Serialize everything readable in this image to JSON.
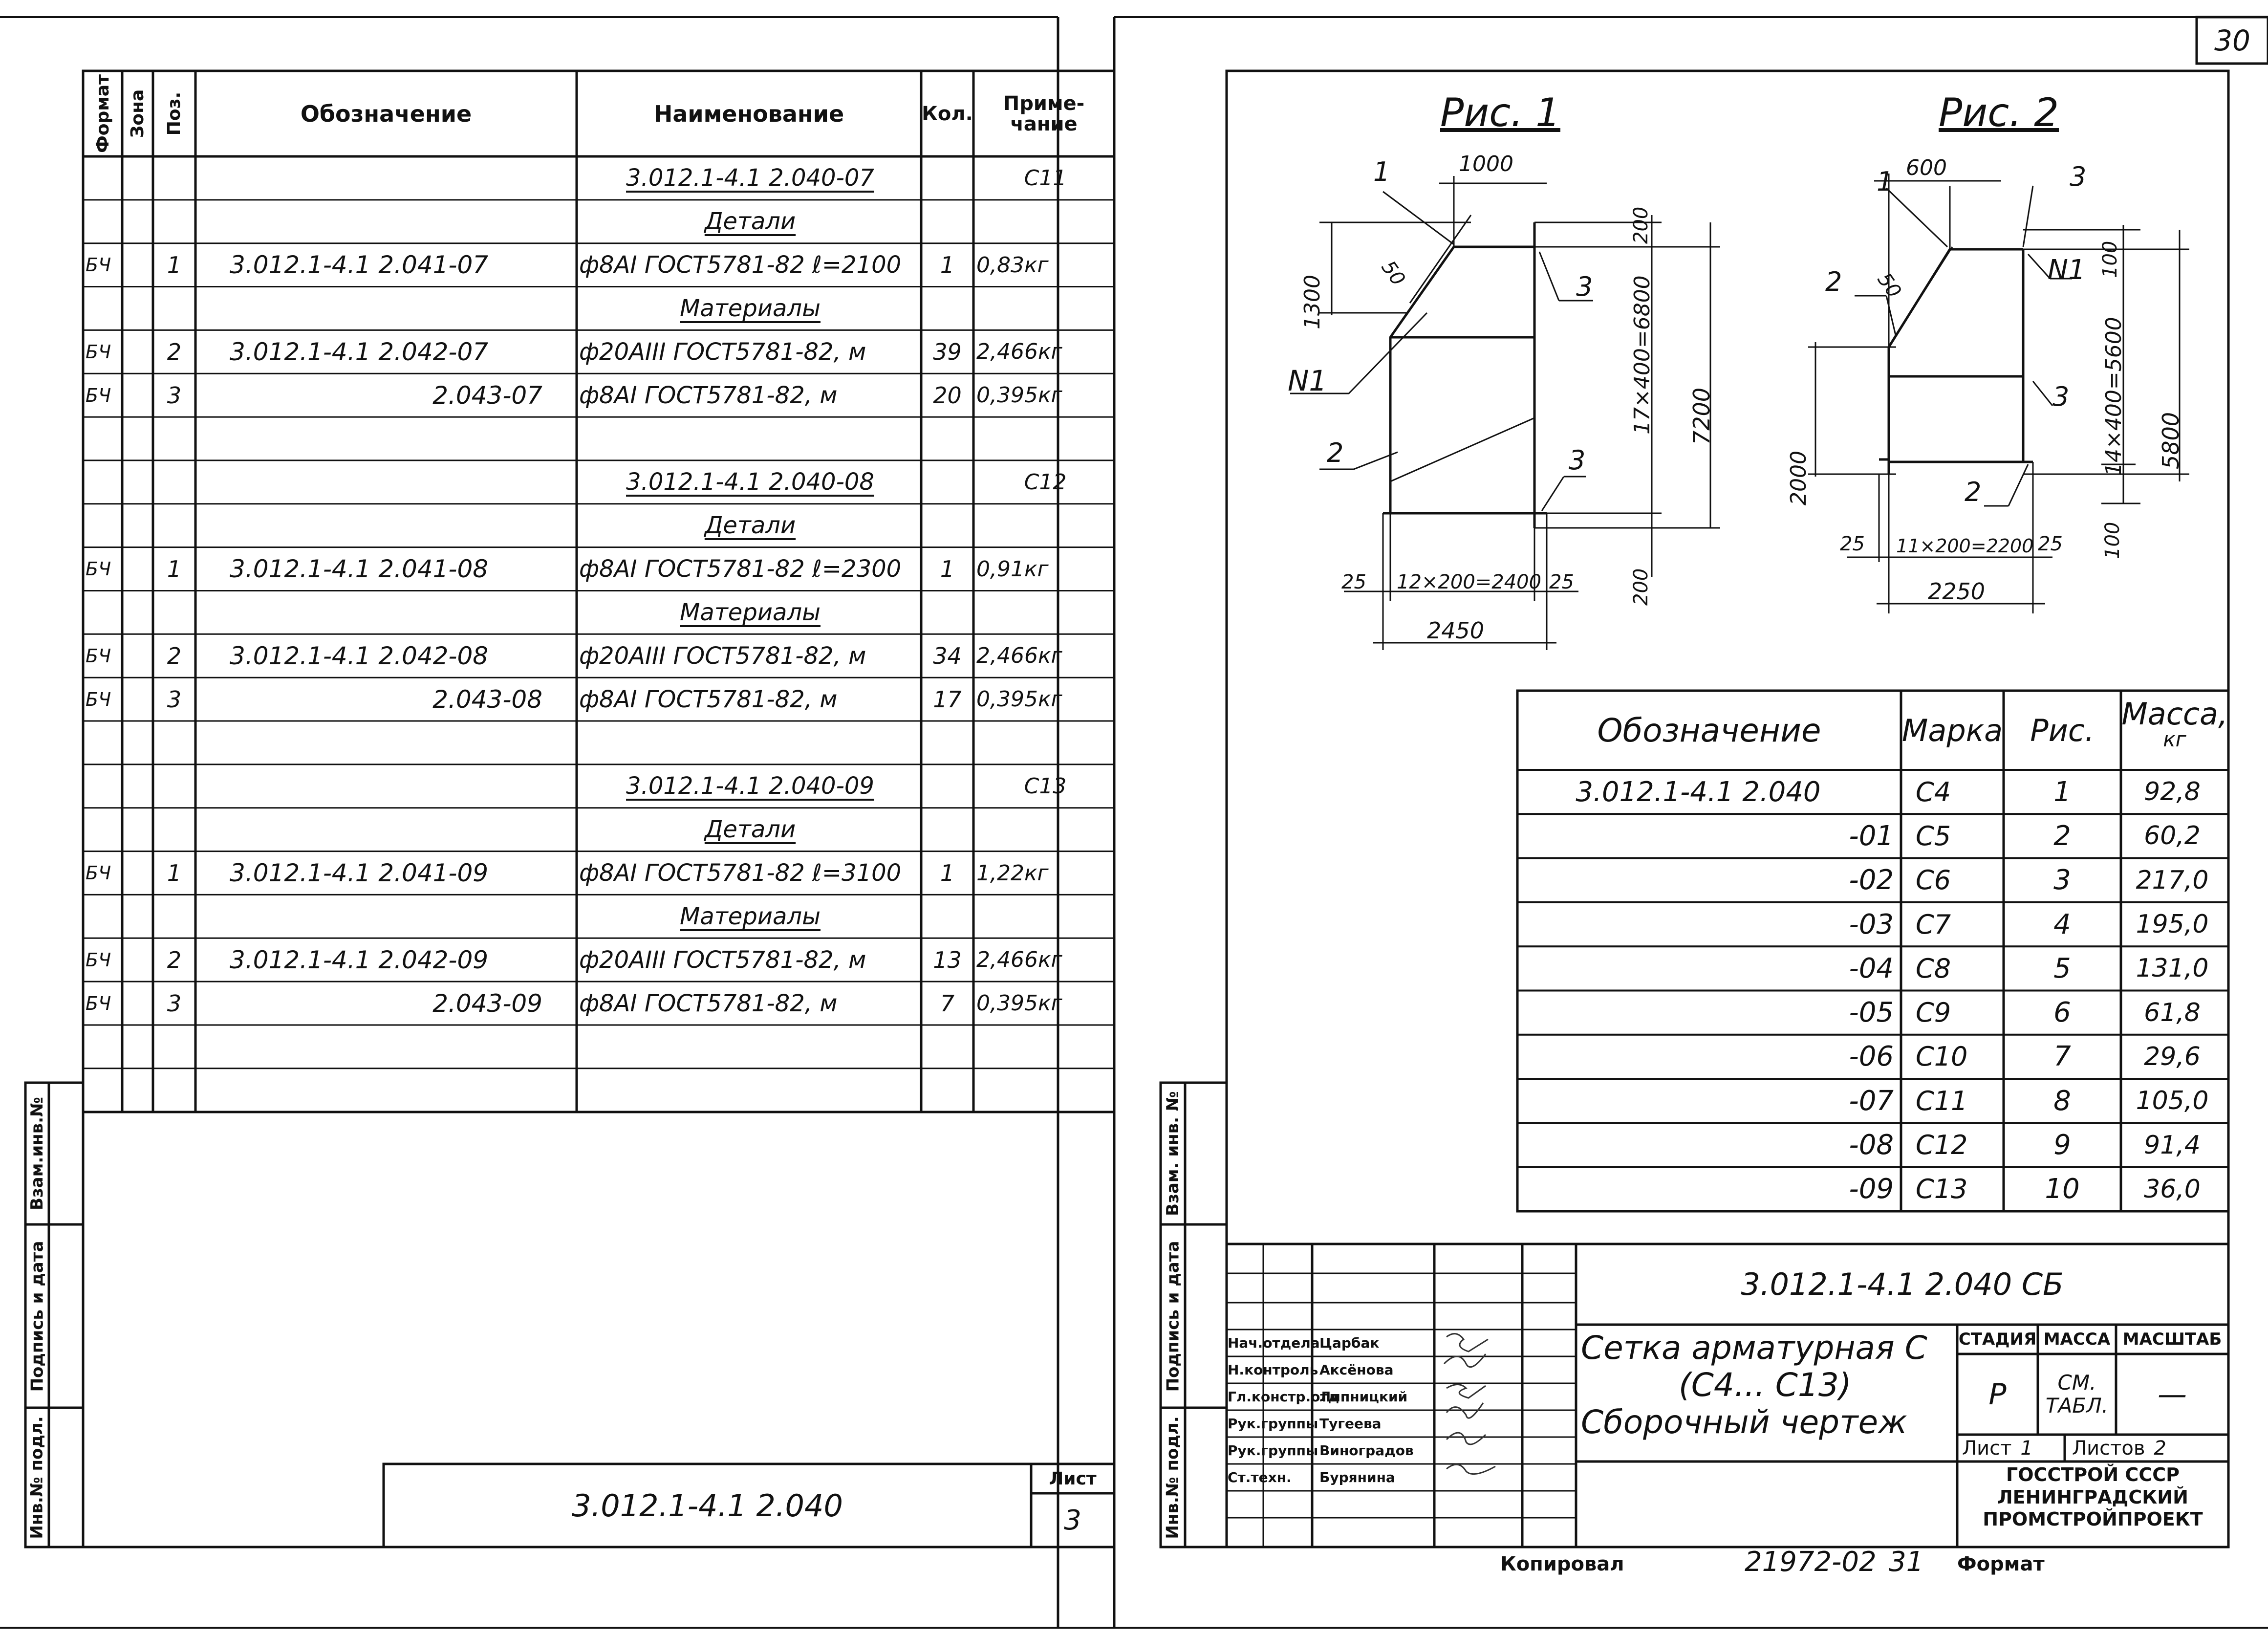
{
  "left_sheet": {
    "headers": {
      "format": "Формат",
      "zone": "Зона",
      "pos": "Поз.",
      "designation": "Обозначение",
      "name": "Наименование",
      "qty": "Кол.",
      "note": "Приме-\nчание"
    },
    "rows": [
      {
        "fmt": "",
        "pos": "",
        "des": "",
        "name": "3.012.1-4.1 2.040-07",
        "qty": "",
        "note": "C11",
        "name_underline": true
      },
      {
        "fmt": "",
        "pos": "",
        "des": "",
        "name": "Детали",
        "qty": "",
        "note": "",
        "name_underline": true
      },
      {
        "fmt": "БЧ",
        "pos": "1",
        "des": "3.012.1-4.1 2.041-07",
        "name": "ф8АI ГОСТ5781-82 ℓ=2100",
        "qty": "1",
        "note": "0,83кг"
      },
      {
        "fmt": "",
        "pos": "",
        "des": "",
        "name": "Материалы",
        "qty": "",
        "note": "",
        "name_underline": true
      },
      {
        "fmt": "БЧ",
        "pos": "2",
        "des": "3.012.1-4.1 2.042-07",
        "name": "ф20АIII ГОСТ5781-82, м",
        "qty": "39",
        "note": "2,466кг"
      },
      {
        "fmt": "БЧ",
        "pos": "3",
        "des": "2.043-07",
        "name": "ф8АI ГОСТ5781-82, м",
        "qty": "20",
        "note": "0,395кг",
        "des_right": true
      },
      {
        "fmt": "",
        "pos": "",
        "des": "",
        "name": "",
        "qty": "",
        "note": ""
      },
      {
        "fmt": "",
        "pos": "",
        "des": "",
        "name": "3.012.1-4.1 2.040-08",
        "qty": "",
        "note": "C12",
        "name_underline": true
      },
      {
        "fmt": "",
        "pos": "",
        "des": "",
        "name": "Детали",
        "qty": "",
        "note": "",
        "name_underline": true
      },
      {
        "fmt": "БЧ",
        "pos": "1",
        "des": "3.012.1-4.1 2.041-08",
        "name": "ф8АI ГОСТ5781-82 ℓ=2300",
        "qty": "1",
        "note": "0,91кг"
      },
      {
        "fmt": "",
        "pos": "",
        "des": "",
        "name": "Материалы",
        "qty": "",
        "note": "",
        "name_underline": true
      },
      {
        "fmt": "БЧ",
        "pos": "2",
        "des": "3.012.1-4.1 2.042-08",
        "name": "ф20АIII ГОСТ5781-82, м",
        "qty": "34",
        "note": "2,466кг"
      },
      {
        "fmt": "БЧ",
        "pos": "3",
        "des": "2.043-08",
        "name": "ф8АI ГОСТ5781-82, м",
        "qty": "17",
        "note": "0,395кг",
        "des_right": true
      },
      {
        "fmt": "",
        "pos": "",
        "des": "",
        "name": "",
        "qty": "",
        "note": ""
      },
      {
        "fmt": "",
        "pos": "",
        "des": "",
        "name": "3.012.1-4.1 2.040-09",
        "qty": "",
        "note": "C13",
        "name_underline": true
      },
      {
        "fmt": "",
        "pos": "",
        "des": "",
        "name": "Детали",
        "qty": "",
        "note": "",
        "name_underline": true
      },
      {
        "fmt": "БЧ",
        "pos": "1",
        "des": "3.012.1-4.1 2.041-09",
        "name": "ф8АI ГОСТ5781-82 ℓ=3100",
        "qty": "1",
        "note": "1,22кг"
      },
      {
        "fmt": "",
        "pos": "",
        "des": "",
        "name": "Материалы",
        "qty": "",
        "note": "",
        "name_underline": true
      },
      {
        "fmt": "БЧ",
        "pos": "2",
        "des": "3.012.1-4.1 2.042-09",
        "name": "ф20АIII ГОСТ5781-82, м",
        "qty": "13",
        "note": "2,466кг"
      },
      {
        "fmt": "БЧ",
        "pos": "3",
        "des": "2.043-09",
        "name": "ф8АI ГОСТ5781-82, м",
        "qty": "7",
        "note": "0,395кг",
        "des_right": true
      },
      {
        "fmt": "",
        "pos": "",
        "des": "",
        "name": "",
        "qty": "",
        "note": ""
      },
      {
        "fmt": "",
        "pos": "",
        "des": "",
        "name": "",
        "qty": "",
        "note": ""
      }
    ],
    "side_labels": [
      "Взам.инв.№",
      "Подпись и дата",
      "Инв.№ подл."
    ],
    "stamp_code": "3.012.1-4.1 2.040",
    "sheet_label": "Лист",
    "sheet_number": "3"
  },
  "right_sheet": {
    "page_number": "30",
    "fig1": {
      "title": "Рис. 1",
      "labels": {
        "pos1": "1",
        "pos2": "2",
        "pos3a": "3",
        "pos3b": "3",
        "n1": "N1",
        "d1000": "1000",
        "d1300": "1300",
        "d50": "50",
        "d200top": "200",
        "d6800": "17×400=6800",
        "d7200": "7200",
        "d200bot": "200",
        "d25l": "25",
        "d2400": "12×200=2400",
        "d25r": "25",
        "d2450": "2450"
      }
    },
    "fig2": {
      "title": "Рис. 2",
      "labels": {
        "pos1": "1",
        "pos2a": "2",
        "pos2b": "2",
        "pos3a": "3",
        "pos3b": "3",
        "n1": "N1",
        "d600": "600",
        "d100top": "100",
        "d50": "50",
        "d5600": "14×400=5600",
        "d5800": "5800",
        "d2000": "2000",
        "d100bot": "100",
        "d25l": "25",
        "d2200": "11×200=2200",
        "d25r": "25",
        "d2250": "2250"
      }
    },
    "table": {
      "headers": {
        "des": "Обозначение",
        "mark": "Марка",
        "fig": "Рис.",
        "mass": "Масса,",
        "mass_unit": "кг"
      },
      "rows": [
        {
          "des": "3.012.1-4.1 2.040",
          "mark": "C4",
          "fig": "1",
          "mass": "92,8"
        },
        {
          "des": "-01",
          "mark": "C5",
          "fig": "2",
          "mass": "60,2"
        },
        {
          "des": "-02",
          "mark": "C6",
          "fig": "3",
          "mass": "217,0"
        },
        {
          "des": "-03",
          "mark": "C7",
          "fig": "4",
          "mass": "195,0"
        },
        {
          "des": "-04",
          "mark": "C8",
          "fig": "5",
          "mass": "131,0"
        },
        {
          "des": "-05",
          "mark": "C9",
          "fig": "6",
          "mass": "61,8"
        },
        {
          "des": "-06",
          "mark": "C10",
          "fig": "7",
          "mass": "29,6"
        },
        {
          "des": "-07",
          "mark": "C11",
          "fig": "8",
          "mass": "105,0"
        },
        {
          "des": "-08",
          "mark": "C12",
          "fig": "9",
          "mass": "91,4"
        },
        {
          "des": "-09",
          "mark": "C13",
          "fig": "10",
          "mass": "36,0"
        }
      ]
    },
    "side_labels": [
      "Взам. инв. №",
      "Подпись и дата",
      "Инв.№ подл."
    ],
    "title_block": {
      "code": "3.012.1-4.1 2.040 СБ",
      "people": [
        {
          "role": "Нач.отдела",
          "name": "Царбак"
        },
        {
          "role": "Н.контроль",
          "name": "Аксёнова"
        },
        {
          "role": "Гл.констр.отд",
          "name": "Липницкий"
        },
        {
          "role": "Рук.группы",
          "name": "Тугеева"
        },
        {
          "role": "Рук.группы",
          "name": "Виноградов"
        },
        {
          "role": "Ст.техн.",
          "name": "Бурянина"
        }
      ],
      "title_line1": "Сетка арматурная С",
      "title_line2": "(С4... С13)",
      "title_line3": "Сборочный чертеж",
      "stage_label": "Стадия",
      "mass_label": "Масса",
      "scale_label": "Масштаб",
      "stage": "Р",
      "mass": "см.\nтабл.",
      "scale": "—",
      "sheet_label": "Лист",
      "sheet": "1",
      "sheets_label": "Листов",
      "sheets": "2",
      "org_line1": "Госстрой СССР",
      "org_line2": "Ленинградский",
      "org_line3": "Промстройпроект"
    },
    "footer": {
      "copied": "Копировал",
      "order": "21972-02",
      "order_page": "31",
      "format": "Формат"
    }
  }
}
